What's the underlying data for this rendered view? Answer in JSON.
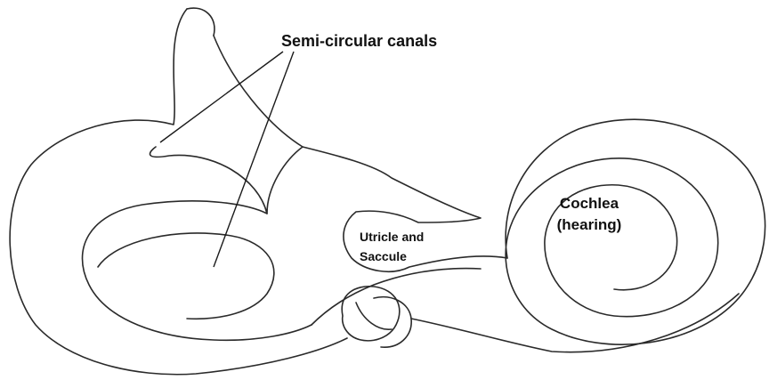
{
  "diagram": {
    "title": "",
    "labels": {
      "semicircular_canals": "Semi-circular canals",
      "utricle_line1": "Utricle and",
      "utricle_line2": "Saccule",
      "cochlea_line1": "Cochlea",
      "cochlea_line2": "(hearing)"
    }
  },
  "colors": {
    "stroke": "#2a2a2a",
    "label_text": "#111111",
    "background": "#ffffff"
  }
}
